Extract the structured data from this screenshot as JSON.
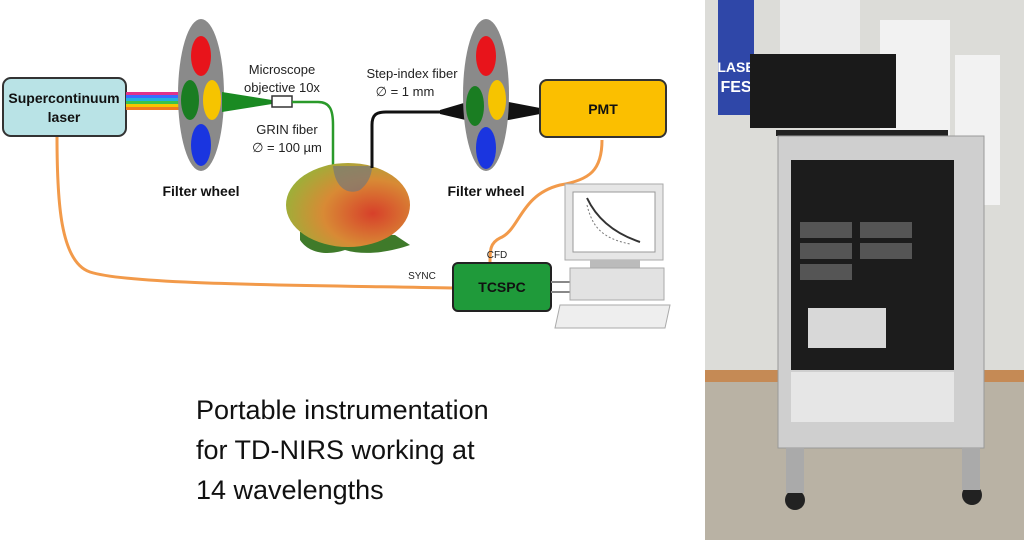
{
  "diagram": {
    "laser_label": [
      "Supercontinuum",
      "laser"
    ],
    "filter_wheel_left": "Filter wheel",
    "filter_wheel_right": "Filter wheel",
    "objective_label": [
      "Microscope",
      "objective 10x"
    ],
    "grin_label": [
      "GRIN fiber",
      "∅ = 100 µm"
    ],
    "step_index_label": [
      "Step-index fiber",
      "∅ = 1 mm"
    ],
    "pmt_label": "PMT",
    "tcspc_label": "TCSPC",
    "cfd_label": "CFD",
    "sync_label": "SYNC",
    "colors": {
      "laser_box": "#b9e3e6",
      "pmt_box": "#fbbf00",
      "tcspc_box": "#1f9a3a",
      "cable": "#f29a4a",
      "wheel": "#8a8a8a"
    }
  },
  "caption": [
    "Portable instrumentation",
    "for TD-NIRS working at",
    "14 wavelengths"
  ],
  "photo": {
    "poster_logo": "LASE FES"
  }
}
